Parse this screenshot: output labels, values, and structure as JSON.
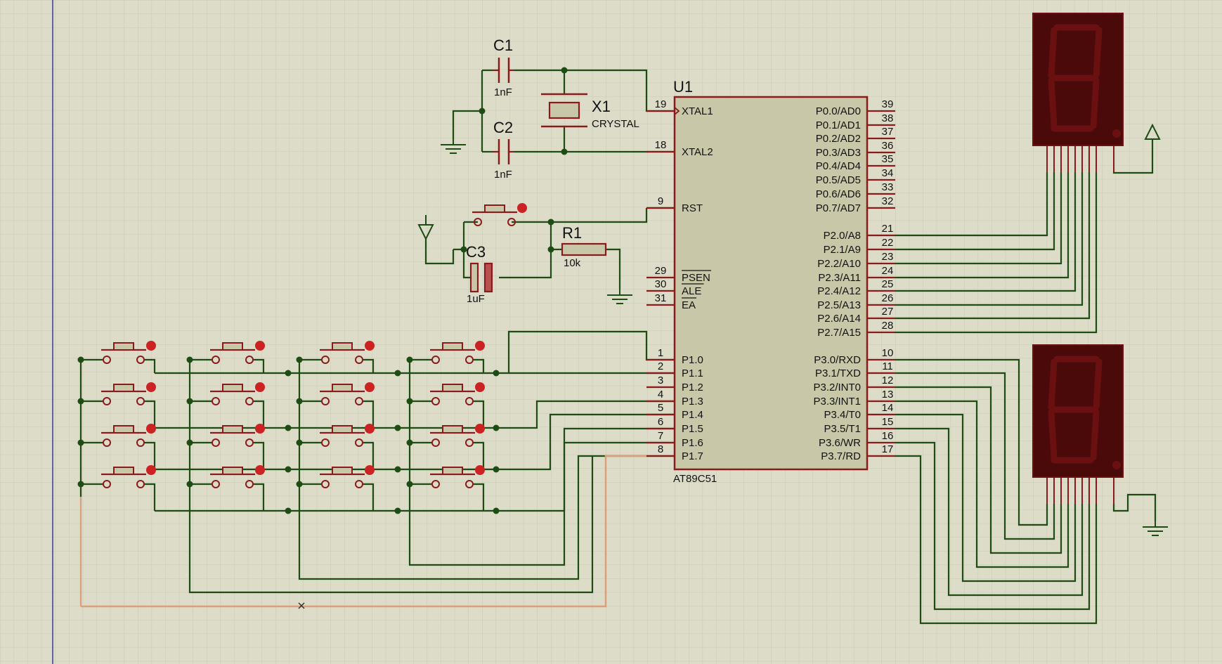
{
  "colors": {
    "background": "#dcdcc8",
    "grid": "#c8c8b4",
    "wire": "#1e4d14",
    "component": "#8b1a1a",
    "chip_fill": "#c8c8a8",
    "junction": "#1e4d14",
    "display_body": "#4a0a0a",
    "display_segment": "#6a1010",
    "highlight_wire": "#d9a07a",
    "margin_line": "#3a3aa0"
  },
  "chip": {
    "ref": "U1",
    "part": "AT89C51",
    "left_pins": [
      {
        "num": "19",
        "name": "XTAL1"
      },
      {
        "num": "18",
        "name": "XTAL2"
      },
      {
        "num": "9",
        "name": "RST"
      },
      {
        "num": "29",
        "name": "PSEN"
      },
      {
        "num": "30",
        "name": "ALE"
      },
      {
        "num": "31",
        "name": "EA"
      },
      {
        "num": "1",
        "name": "P1.0"
      },
      {
        "num": "2",
        "name": "P1.1"
      },
      {
        "num": "3",
        "name": "P1.2"
      },
      {
        "num": "4",
        "name": "P1.3"
      },
      {
        "num": "5",
        "name": "P1.4"
      },
      {
        "num": "6",
        "name": "P1.5"
      },
      {
        "num": "7",
        "name": "P1.6"
      },
      {
        "num": "8",
        "name": "P1.7"
      }
    ],
    "right_pins": [
      {
        "num": "39",
        "name": "P0.0/AD0"
      },
      {
        "num": "38",
        "name": "P0.1/AD1"
      },
      {
        "num": "37",
        "name": "P0.2/AD2"
      },
      {
        "num": "36",
        "name": "P0.3/AD3"
      },
      {
        "num": "35",
        "name": "P0.4/AD4"
      },
      {
        "num": "34",
        "name": "P0.5/AD5"
      },
      {
        "num": "33",
        "name": "P0.6/AD6"
      },
      {
        "num": "32",
        "name": "P0.7/AD7"
      },
      {
        "num": "21",
        "name": "P2.0/A8"
      },
      {
        "num": "22",
        "name": "P2.1/A9"
      },
      {
        "num": "23",
        "name": "P2.2/A10"
      },
      {
        "num": "24",
        "name": "P2.3/A11"
      },
      {
        "num": "25",
        "name": "P2.4/A12"
      },
      {
        "num": "26",
        "name": "P2.5/A13"
      },
      {
        "num": "27",
        "name": "P2.6/A14"
      },
      {
        "num": "28",
        "name": "P2.7/A15"
      },
      {
        "num": "10",
        "name": "P3.0/RXD"
      },
      {
        "num": "11",
        "name": "P3.1/TXD"
      },
      {
        "num": "12",
        "name": "P3.2/INT0"
      },
      {
        "num": "13",
        "name": "P3.3/INT1"
      },
      {
        "num": "14",
        "name": "P3.4/T0"
      },
      {
        "num": "15",
        "name": "P3.5/T1"
      },
      {
        "num": "16",
        "name": "P3.6/WR"
      },
      {
        "num": "17",
        "name": "P3.7/RD"
      }
    ]
  },
  "components": {
    "c1": {
      "ref": "C1",
      "value": "1nF"
    },
    "c2": {
      "ref": "C2",
      "value": "1nF"
    },
    "c3": {
      "ref": "C3",
      "value": "1uF"
    },
    "x1": {
      "ref": "X1",
      "value": "CRYSTAL"
    },
    "r1": {
      "ref": "R1",
      "value": "10k"
    }
  },
  "keypad": {
    "rows": 4,
    "cols": 4
  },
  "displays": {
    "count": 2
  }
}
